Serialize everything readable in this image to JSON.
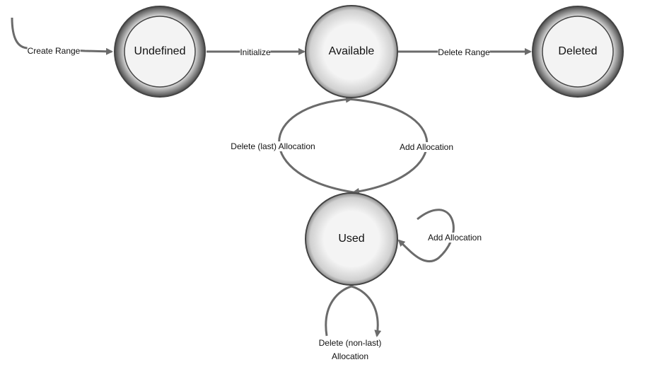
{
  "states": {
    "undefined": "Undefined",
    "available": "Available",
    "deleted": "Deleted",
    "used": "Used"
  },
  "transitions": {
    "create_range": "Create Range",
    "initialize": "Initialize",
    "delete_range": "Delete Range",
    "delete_last_allocation": "Delete (last) Allocation",
    "add_allocation_available": "Add Allocation",
    "add_allocation_used": "Add Allocation",
    "delete_non_last_line1": "Delete (non-last)",
    "delete_non_last_line2": "Allocation"
  },
  "colors": {
    "edge": "#6b6b6b",
    "ring": "#555555",
    "fill": "#f2f2f2"
  }
}
